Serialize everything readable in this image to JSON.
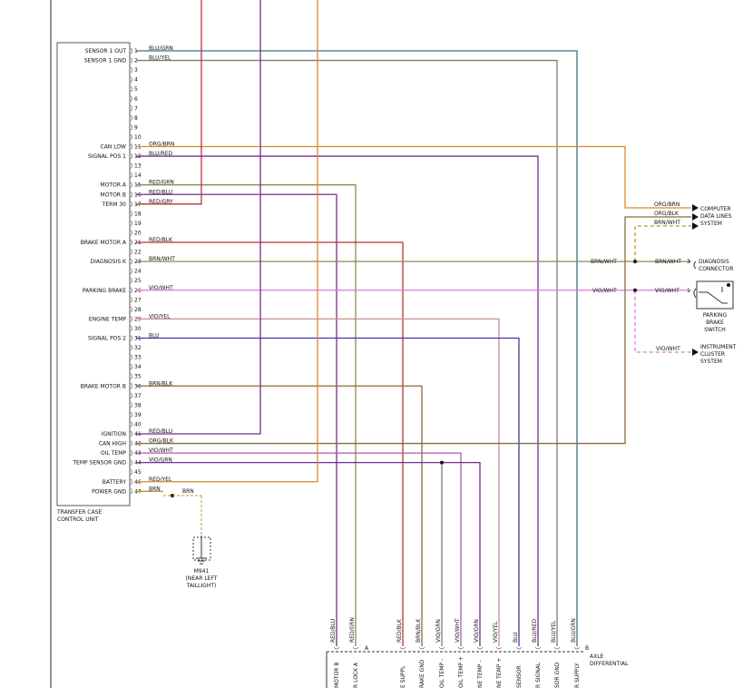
{
  "module": {
    "label_line1": "TRANSFER CASE",
    "label_line2": "CONTROL UNIT",
    "pins": [
      {
        "n": "1",
        "label": "SENSOR 1 OUT",
        "wire": "BLU/GRN"
      },
      {
        "n": "2",
        "label": "SENSOR 1 GND",
        "wire": "BLU/YEL"
      },
      {
        "n": "3",
        "label": "",
        "wire": ""
      },
      {
        "n": "4",
        "label": "",
        "wire": ""
      },
      {
        "n": "5",
        "label": "",
        "wire": ""
      },
      {
        "n": "6",
        "label": "",
        "wire": ""
      },
      {
        "n": "7",
        "label": "",
        "wire": ""
      },
      {
        "n": "8",
        "label": "",
        "wire": ""
      },
      {
        "n": "9",
        "label": "",
        "wire": ""
      },
      {
        "n": "10",
        "label": "",
        "wire": ""
      },
      {
        "n": "11",
        "label": "CAN LOW",
        "wire": "ORG/BRN"
      },
      {
        "n": "12",
        "label": "SIGNAL POS 1",
        "wire": "BLU/RED"
      },
      {
        "n": "13",
        "label": "",
        "wire": ""
      },
      {
        "n": "14",
        "label": "",
        "wire": ""
      },
      {
        "n": "15",
        "label": "MOTOR A",
        "wire": "RED/GRN"
      },
      {
        "n": "16",
        "label": "MOTOR B",
        "wire": "RED/BLU"
      },
      {
        "n": "17",
        "label": "TERM 30",
        "wire": "RED/GRY"
      },
      {
        "n": "18",
        "label": "",
        "wire": ""
      },
      {
        "n": "19",
        "label": "",
        "wire": ""
      },
      {
        "n": "20",
        "label": "",
        "wire": ""
      },
      {
        "n": "21",
        "label": "BRAKE MOTOR A",
        "wire": "RED/BLK"
      },
      {
        "n": "22",
        "label": "",
        "wire": ""
      },
      {
        "n": "23",
        "label": "DIAGNOSIS K",
        "wire": "BRN/WHT"
      },
      {
        "n": "24",
        "label": "",
        "wire": ""
      },
      {
        "n": "25",
        "label": "",
        "wire": ""
      },
      {
        "n": "26",
        "label": "PARKING BRAKE",
        "wire": "VIO/WHT"
      },
      {
        "n": "27",
        "label": "",
        "wire": ""
      },
      {
        "n": "28",
        "label": "",
        "wire": ""
      },
      {
        "n": "29",
        "label": "ENGINE TEMP",
        "wire": "VIO/YEL"
      },
      {
        "n": "30",
        "label": "",
        "wire": ""
      },
      {
        "n": "31",
        "label": "SIGNAL POS 2",
        "wire": "BLU"
      },
      {
        "n": "32",
        "label": "",
        "wire": ""
      },
      {
        "n": "33",
        "label": "",
        "wire": ""
      },
      {
        "n": "34",
        "label": "",
        "wire": ""
      },
      {
        "n": "35",
        "label": "",
        "wire": ""
      },
      {
        "n": "36",
        "label": "BRAKE MOTOR B",
        "wire": "BRN/BLK"
      },
      {
        "n": "37",
        "label": "",
        "wire": ""
      },
      {
        "n": "38",
        "label": "",
        "wire": ""
      },
      {
        "n": "39",
        "label": "",
        "wire": ""
      },
      {
        "n": "40",
        "label": "",
        "wire": ""
      },
      {
        "n": "41",
        "label": "IGNITION",
        "wire": "RED/BLU"
      },
      {
        "n": "42",
        "label": "CAN HIGH",
        "wire": "ORG/BLK"
      },
      {
        "n": "43",
        "label": "OIL TEMP",
        "wire": "VIO/WHT"
      },
      {
        "n": "44",
        "label": "TEMP SENSOR GND",
        "wire": "VIO/GRN"
      },
      {
        "n": "45",
        "label": "",
        "wire": ""
      },
      {
        "n": "46",
        "label": "BATTERY",
        "wire": "RED/YEL"
      },
      {
        "n": "47",
        "label": "POWER GND",
        "wire": "BRN"
      }
    ]
  },
  "ground": {
    "wire": "BRN",
    "id": "M941",
    "loc1": "(NEAR LEFT",
    "loc2": "TAILLIGHT)"
  },
  "computer": {
    "wire1": "ORG/BRN",
    "wire2": "ORG/BLK",
    "wire3": "BRN/WHT",
    "line1": "COMPUTER",
    "line2": "DATA LINES",
    "line3": "SYSTEM"
  },
  "diagnosis": {
    "wire_left": "BRN/WHT",
    "wire_right": "BRN/WHT",
    "pin": "3",
    "line1": "DIAGNOSIS",
    "line2": "CONNECTOR"
  },
  "parking": {
    "wire_left": "VIO/WHT",
    "wire_right": "VIO/WHT",
    "pin": "1",
    "line1": "PARKING",
    "line2": "BRAKE",
    "line3": "SWITCH"
  },
  "cluster": {
    "wire": "VIO/WHT",
    "line1": "INSTRUMENT",
    "line2": "CLUSTER",
    "line3": "SYSTEM"
  },
  "axle": {
    "line1": "AXLE",
    "line2": "DIFFERENTIAL",
    "conn_a": "A",
    "conn_b": "B",
    "columns": [
      {
        "wire": "RED/BLU",
        "label": "MOTOR B"
      },
      {
        "wire": "RED/GRN",
        "label": "R LOCK A"
      },
      {
        "wire": "RED/BLK",
        "label": "E SUPPL"
      },
      {
        "wire": "BRN/BLK",
        "label": "RAKE GND"
      },
      {
        "wire": "VIO/GRN",
        "label": "OIL TEMP -"
      },
      {
        "wire": "VIO/WHT",
        "label": "OIL TEMP +"
      },
      {
        "wire": "VIO/GRN",
        "label": "NE TEMP -"
      },
      {
        "wire": "VIO/YEL",
        "label": "NE TEMP +"
      },
      {
        "wire": "BLU",
        "label": "SENSOR"
      },
      {
        "wire": "BLU/RED",
        "label": "R SIGNAL"
      },
      {
        "wire": "BLU/YEL",
        "label": "SOR GND"
      },
      {
        "wire": "BLU/GRN",
        "label": "R SUPPLY"
      }
    ]
  },
  "colors": {
    "orange": "#d8892e",
    "red": "#b8323a",
    "purple": "#7a2a8c",
    "blue": "#3a3aa8",
    "teal": "#3e6f80",
    "green": "#4a9a4e",
    "gray": "#7d7d7d",
    "olive": "#8a8a52",
    "pink": "#dd77dd",
    "brown": "#8a6a3a",
    "gold": "#b89a2a",
    "violet": "#a85ab0",
    "rose": "#d88888"
  }
}
